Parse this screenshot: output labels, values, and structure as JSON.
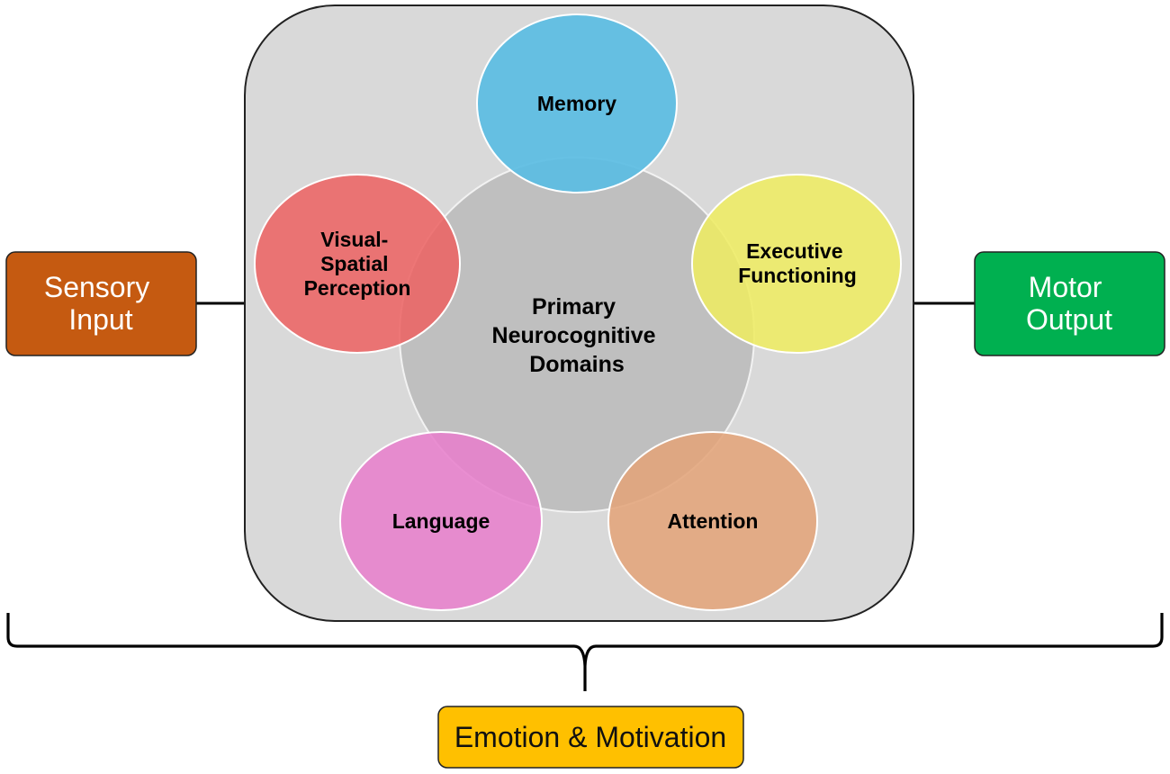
{
  "diagram": {
    "central_panel": {
      "title_lines": [
        "Primary",
        "Neurocognitive",
        "Domains"
      ]
    },
    "domains": [
      {
        "id": "memory",
        "lines": [
          "Memory"
        ],
        "color": "#5bbde3"
      },
      {
        "id": "executive",
        "lines": [
          "Executive",
          "Functioning"
        ],
        "color": "#eeec5f"
      },
      {
        "id": "attention",
        "lines": [
          "Attention"
        ],
        "color": "#e2a47a"
      },
      {
        "id": "language",
        "lines": [
          "Language"
        ],
        "color": "#e77fcc"
      },
      {
        "id": "visual-spatial",
        "lines": [
          "Visual-",
          "Spatial",
          "Perception"
        ],
        "color": "#ec6464"
      }
    ],
    "sensory_input": {
      "lines": [
        "Sensory",
        "Input"
      ],
      "color": "#c55a11"
    },
    "motor_output": {
      "lines": [
        "Motor",
        "Output"
      ],
      "color": "#00b050"
    },
    "emotion_motivation": {
      "label": "Emotion & Motivation",
      "color": "#ffc000"
    },
    "panel_color": "#d9d9d9",
    "center_color": "#bfbfbf"
  }
}
